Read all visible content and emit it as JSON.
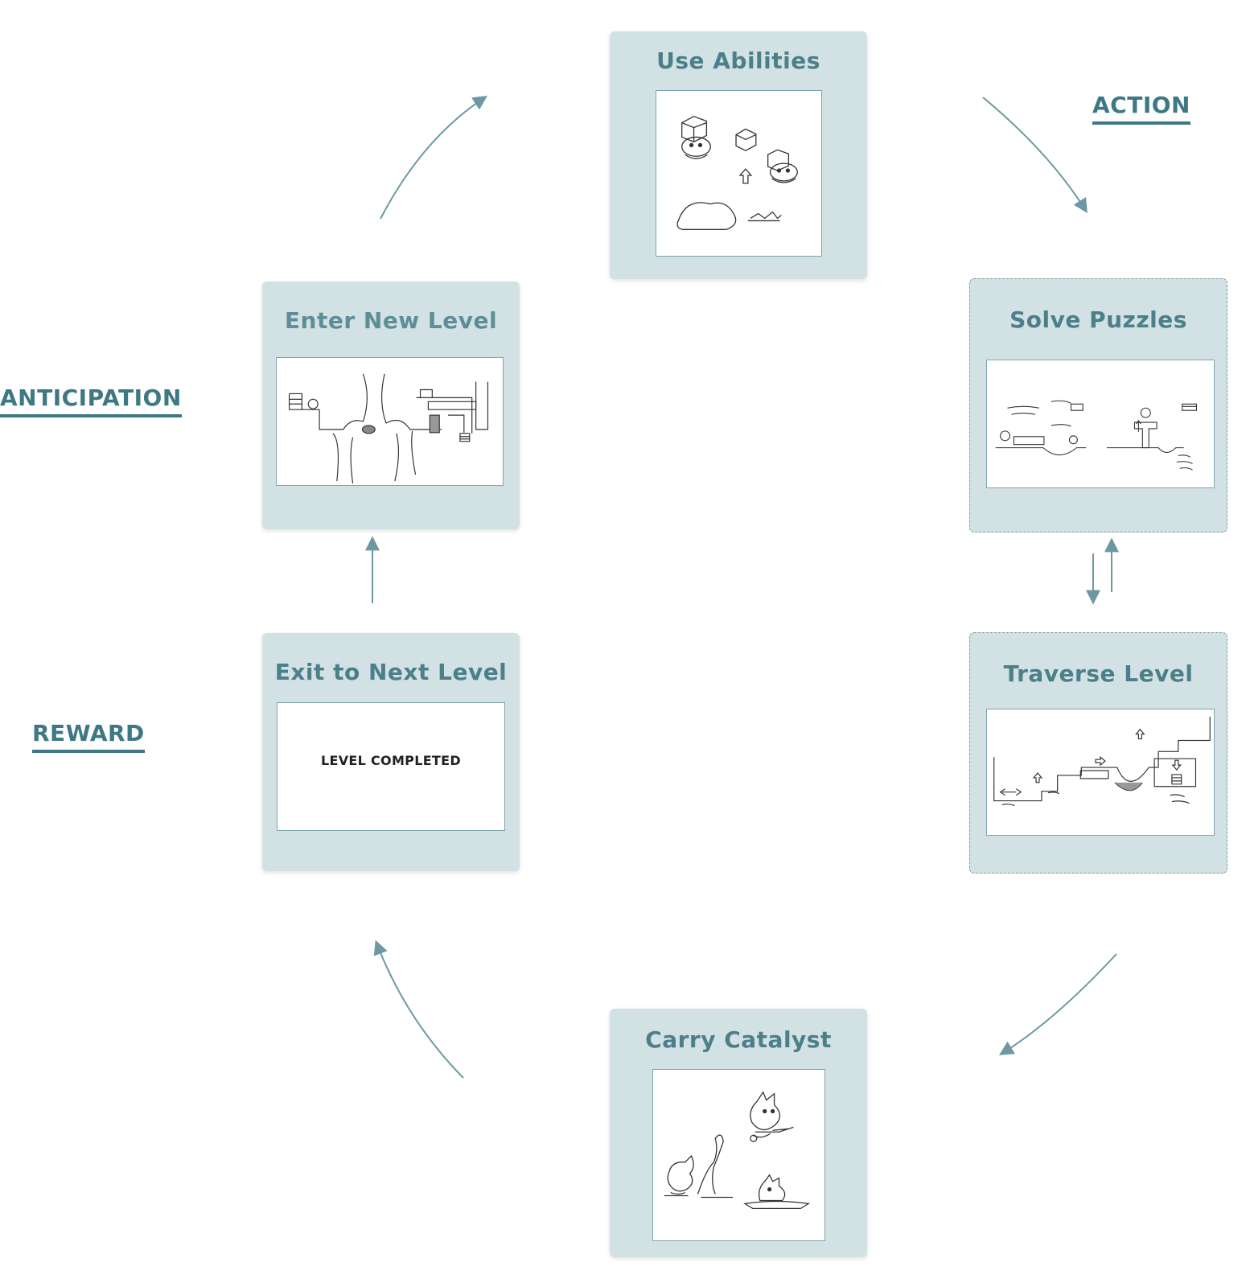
{
  "phases": {
    "action": "ACTION",
    "anticipation": "ANTICIPATION",
    "reward": "REWARD"
  },
  "steps": {
    "use_abilities": "Use Abilities",
    "solve_puzzles": "Solve Puzzles",
    "traverse_level": "Traverse Level",
    "carry_catalyst": "Carry Catalyst",
    "exit_next_level": "Exit to Next Level",
    "enter_new_level": "Enter New Level"
  },
  "exit_screen_text": "LEVEL COMPLETED",
  "colors": {
    "card": "#d2e1e3",
    "accent": "#3d7884",
    "arrow": "#6e98a1"
  }
}
